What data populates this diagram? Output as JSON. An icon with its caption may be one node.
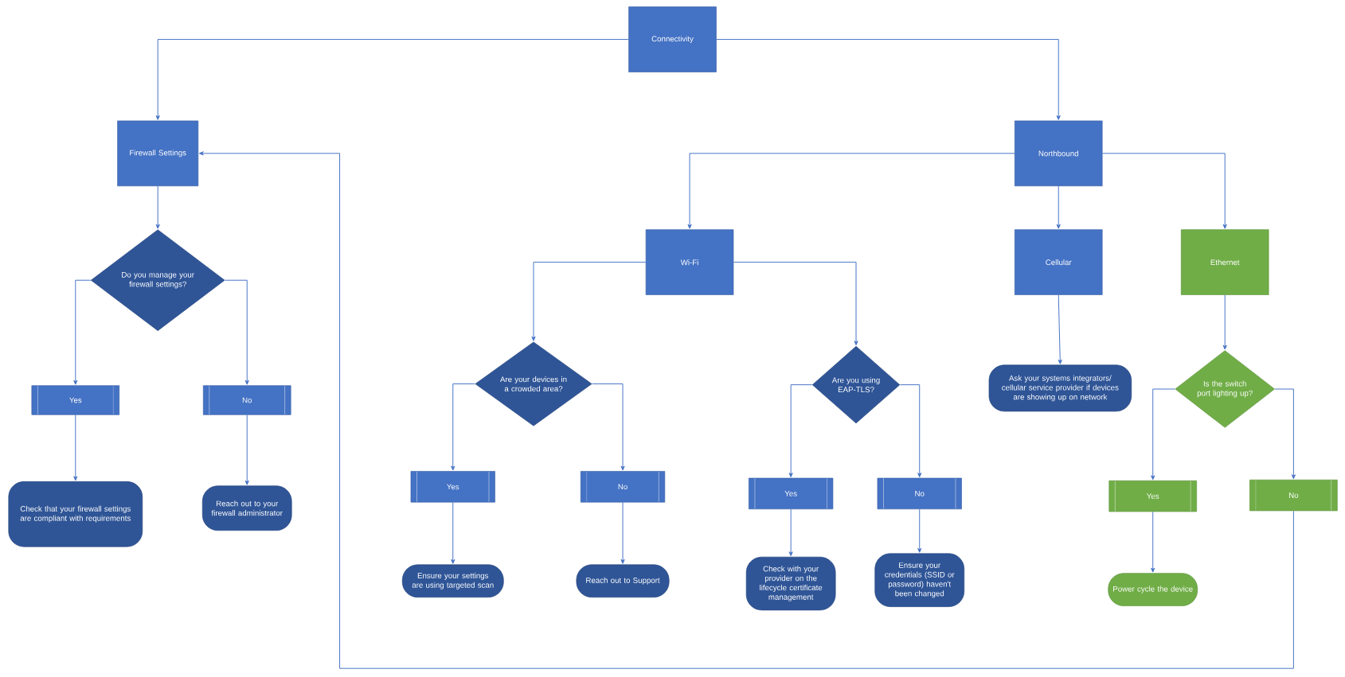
{
  "diagram": {
    "nodes": [
      {
        "text": [
          "Connectivity"
        ]
      },
      {
        "text": [
          "Firewall Settings"
        ]
      },
      {
        "text": [
          "Northbound"
        ]
      },
      {
        "text": [
          "Do you manage your firewall settings?"
        ]
      },
      {
        "text": [
          "Yes"
        ]
      },
      {
        "text": [
          "No"
        ]
      },
      {
        "text": [
          "Check that your firewall settings are compliant with requirements"
        ]
      },
      {
        "text": [
          "Reach out to your firewall administrator"
        ]
      },
      {
        "text": [
          "Wi-Fi"
        ]
      },
      {
        "text": [
          "Cellular"
        ]
      },
      {
        "text": [
          "Ethernet"
        ]
      },
      {
        "text": [
          "Are your devices in a crowded area?"
        ]
      },
      {
        "text": [
          "Are you using EAP-TLS?"
        ]
      },
      {
        "text": [
          "Ask your systems integrators/ cellular service provider if devices are showing up on network"
        ]
      },
      {
        "text": [
          "Is the switch port lighting up?"
        ]
      },
      {
        "text": [
          "Yes"
        ]
      },
      {
        "text": [
          "No"
        ]
      },
      {
        "text": [
          "Yes"
        ]
      },
      {
        "text": [
          "No"
        ]
      },
      {
        "text": [
          "Yes"
        ]
      },
      {
        "text": [
          "No"
        ]
      },
      {
        "text": [
          "Ensure your settings are using targeted scan"
        ]
      },
      {
        "text": [
          "Reach out to Support"
        ]
      },
      {
        "text": [
          "Check with your provider on the lifecycle certificate management"
        ]
      },
      {
        "text": [
          "Ensure your credentials (SSID or password) haven't been changed"
        ]
      },
      {
        "text": [
          "Power cycle the device"
        ]
      }
    ],
    "edges": [
      {
        "from": 0,
        "to": 1,
        "arrow": "to"
      },
      {
        "from": 0,
        "to": 2,
        "arrow": "to"
      },
      {
        "from": 1,
        "to": 3,
        "arrow": "to"
      },
      {
        "from": 3,
        "to": 4,
        "arrow": "to"
      },
      {
        "from": 3,
        "to": 5,
        "arrow": "to"
      },
      {
        "from": 4,
        "to": 6,
        "arrow": "to"
      },
      {
        "from": 5,
        "to": 7,
        "arrow": "to"
      },
      {
        "from": 2,
        "to": 8,
        "arrow": "to"
      },
      {
        "from": 2,
        "to": 9,
        "arrow": "to"
      },
      {
        "from": 2,
        "to": 10,
        "arrow": "to"
      },
      {
        "from": 8,
        "to": 11,
        "arrow": "to"
      },
      {
        "from": 8,
        "to": 12,
        "arrow": "to"
      },
      {
        "from": 9,
        "to": 13,
        "arrow": "to"
      },
      {
        "from": 10,
        "to": 14,
        "arrow": "to"
      },
      {
        "from": 11,
        "to": 15,
        "arrow": "to"
      },
      {
        "from": 11,
        "to": 16,
        "arrow": "to"
      },
      {
        "from": 12,
        "to": 17,
        "arrow": "to"
      },
      {
        "from": 12,
        "to": 18,
        "arrow": "to"
      },
      {
        "from": 14,
        "to": 19,
        "arrow": "to"
      },
      {
        "from": 14,
        "to": 20,
        "arrow": "to"
      },
      {
        "from": 15,
        "to": 21,
        "arrow": "to"
      },
      {
        "from": 16,
        "to": 22,
        "arrow": "to"
      },
      {
        "from": 17,
        "to": 23,
        "arrow": "to"
      },
      {
        "from": 18,
        "to": 24,
        "arrow": "to"
      },
      {
        "from": 19,
        "to": 25,
        "arrow": "to"
      },
      {
        "from": 20,
        "to": 1,
        "arrow": "to"
      }
    ]
  }
}
